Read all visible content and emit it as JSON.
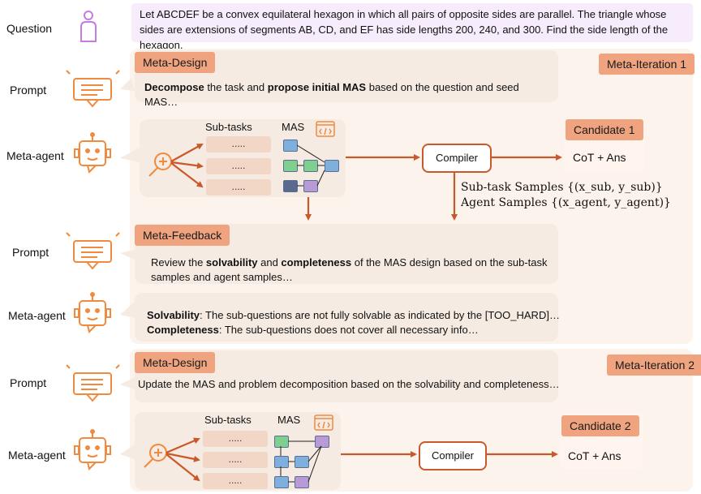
{
  "rows": {
    "question": "Question",
    "prompt": "Prompt",
    "meta_agent": "Meta-agent"
  },
  "question_text": "Let ABCDEF be a convex equilateral hexagon in which all pairs of opposite sides are parallel. The triangle whose sides are extensions of segments AB, CD, and EF has side lengths 200, 240, and 300. Find the side length of the hexagon.",
  "iteration1": {
    "tag": "Meta-Iteration 1",
    "design_tag": "Meta-Design",
    "design_prefix_bold": "Decompose",
    "design_mid": " the task and ",
    "design_bold2": "propose initial MAS",
    "design_suffix": " based on the question and seed MAS…",
    "subtasks_header": "Sub-tasks",
    "mas_header": "MAS",
    "subtask_dots": ".....",
    "compiler": "Compiler",
    "candidate_label": "Candidate 1",
    "candidate_output": "CoT + Ans",
    "samples_line1": "Sub-task Samples {(x_sub, y_sub)}",
    "samples_line2": "Agent Samples {(x_agent, y_agent)}",
    "feedback_tag": "Meta-Feedback",
    "feedback_a": "Review the ",
    "feedback_b": "solvability",
    "feedback_c": " and ",
    "feedback_d": "completeness",
    "feedback_e": " of the MAS design based on the sub-task samples and agent samples…",
    "solv_label": "Solvability",
    "solv_text": ": The sub-questions are not fully solvable as indicated by the [TOO_HARD]…",
    "comp_label": "Completeness",
    "comp_text": ": The sub-questions does not cover all necessary info…"
  },
  "iteration2": {
    "tag": "Meta-Iteration 2",
    "design_tag": "Meta-Design",
    "design_text": "Update the MAS and problem decomposition based on the solvability and completeness…",
    "subtasks_header": "Sub-tasks",
    "mas_header": "MAS",
    "subtask_dots": ".....",
    "compiler": "Compiler",
    "candidate_label": "Candidate 2",
    "candidate_output": "CoT + Ans"
  },
  "colors": {
    "accent_orange": "#e07a3a",
    "tag_fill": "#f0a37f",
    "node_blue": "#7fb0dd",
    "node_green": "#7fcf8f",
    "node_purple": "#b89ad6",
    "node_navy": "#5a6a8e",
    "question_bg": "#f7ecfb"
  }
}
